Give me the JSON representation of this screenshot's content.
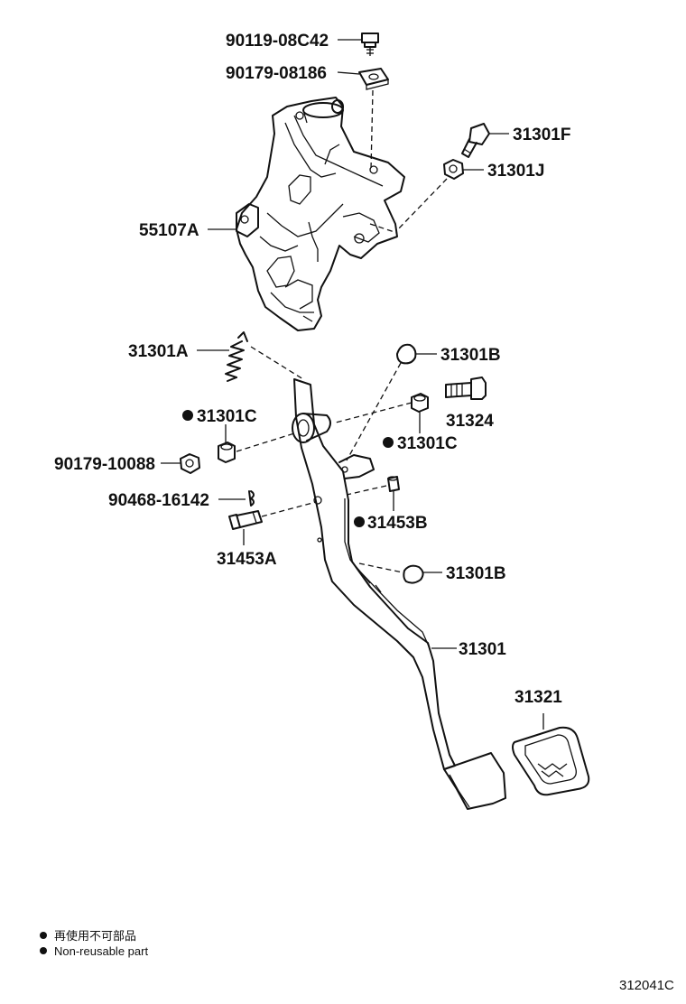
{
  "parts": {
    "p90119_08C42": "90119-08C42",
    "p90179_08186": "90179-08186",
    "p31301F": "31301F",
    "p31301J": "31301J",
    "p55107A": "55107A",
    "p31301A": "31301A",
    "p31301B_top": "31301B",
    "p31301C_left": "31301C",
    "p31324": "31324",
    "p31301C_right": "31301C",
    "p90179_10088": "90179-10088",
    "p90468_16142": "90468-16142",
    "p31453B": "31453B",
    "p31453A": "31453A",
    "p31301B_bottom": "31301B",
    "p31301": "31301",
    "p31321": "31321"
  },
  "legend": {
    "line1": "再使用不可部品",
    "line2": "Non-reusable part"
  },
  "figure_code": "312041C"
}
